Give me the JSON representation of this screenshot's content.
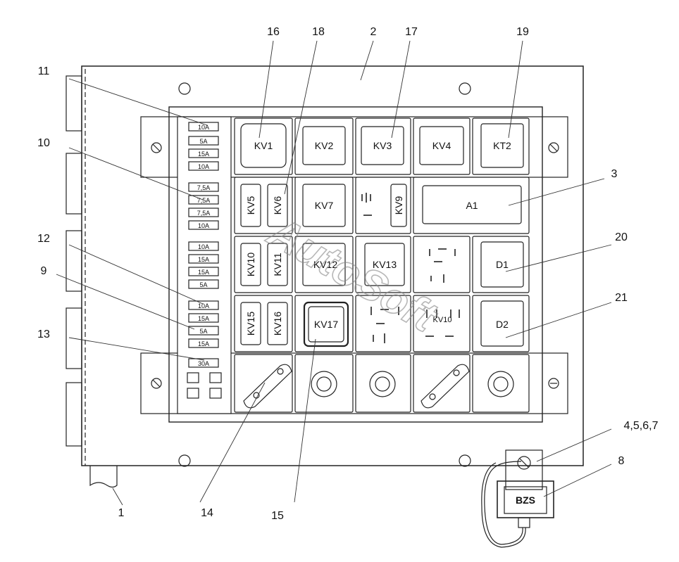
{
  "callouts": [
    "16",
    "18",
    "2",
    "17",
    "19",
    "11",
    "10",
    "3",
    "12",
    "9",
    "20",
    "21",
    "13",
    "4,5,6,7",
    "8",
    "1",
    "14",
    "15"
  ],
  "relays": [
    "KV1",
    "KV2",
    "KV3",
    "KV4",
    "KT2",
    "KV5",
    "KV6",
    "KV7",
    "KV9",
    "A1",
    "KV10",
    "KV11",
    "KV12",
    "KV13",
    "D1",
    "KV15",
    "KV16",
    "KV17",
    "D2"
  ],
  "fuses": [
    "10A",
    "5A",
    "15A",
    "10A",
    "7,5A",
    "7,5A",
    "7,5A",
    "10A",
    "10A",
    "15A",
    "15A",
    "5A",
    "10A",
    "15A",
    "5A",
    "15A",
    "30A"
  ],
  "module_label": "BZS",
  "small_labels": [
    "KV10"
  ],
  "watermark": "AutoSoft"
}
